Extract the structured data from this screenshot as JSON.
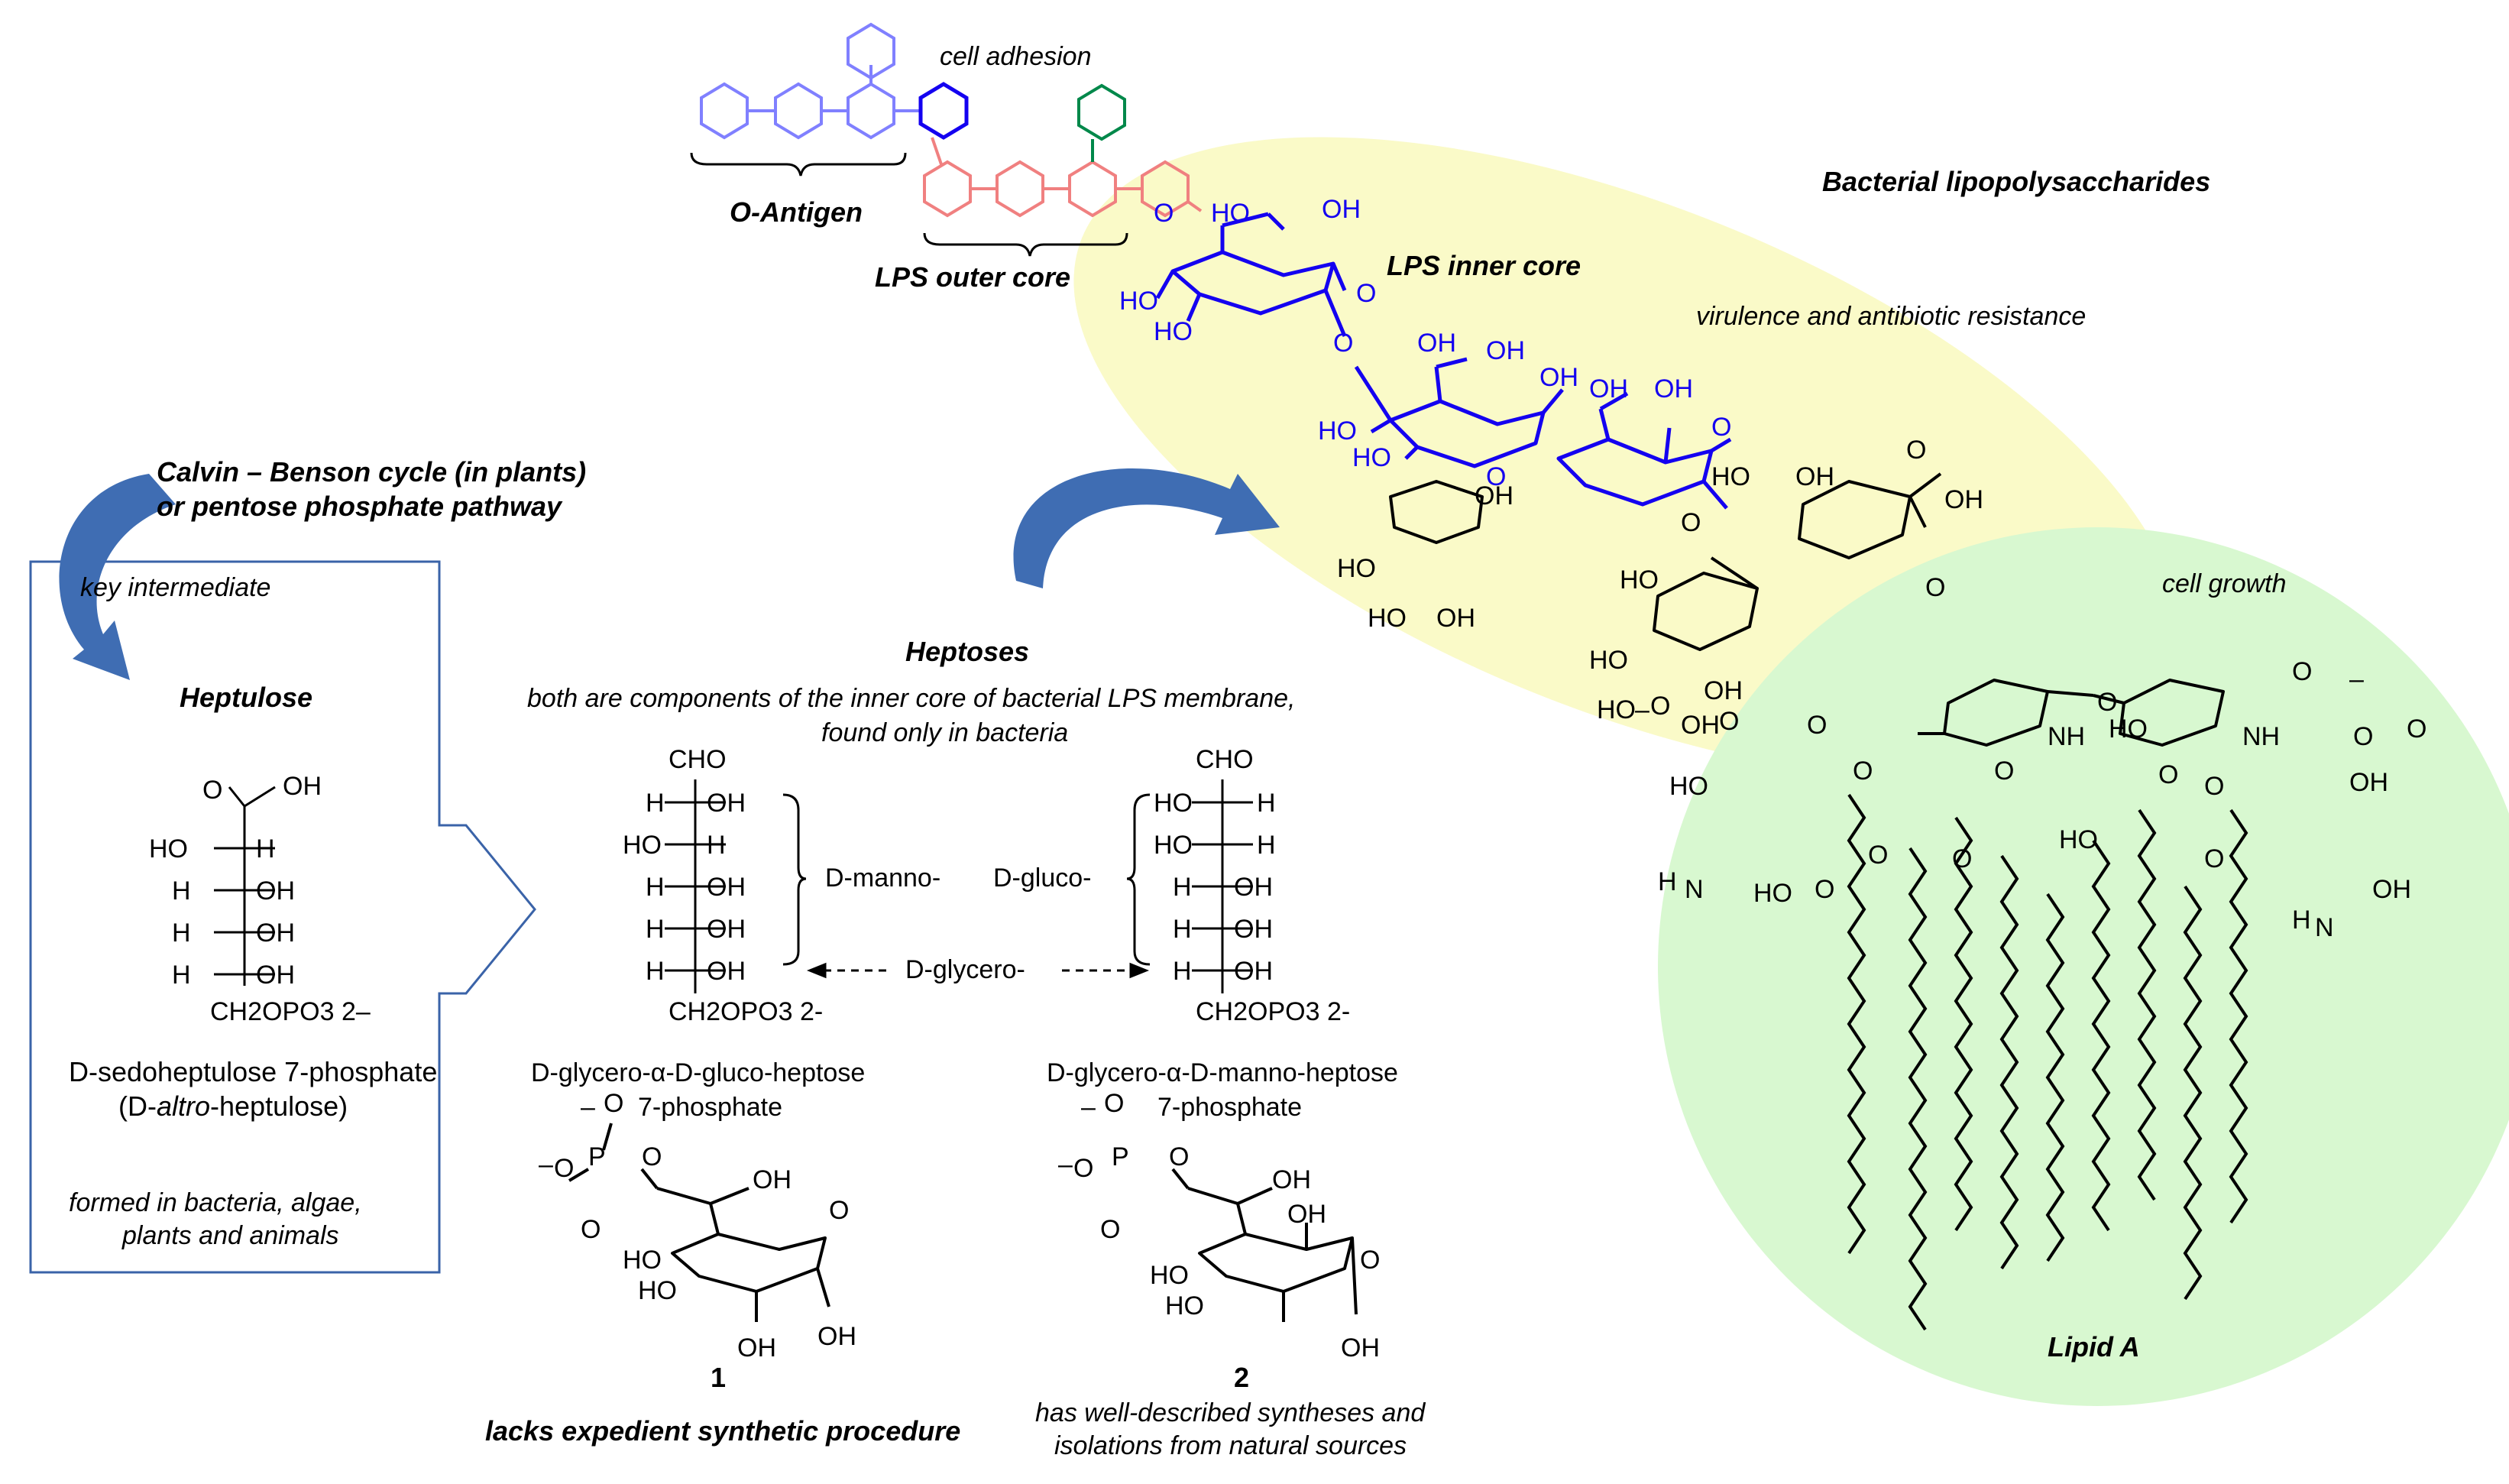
{
  "colors": {
    "blue": "#1400f0",
    "light_blue": "#8080ff",
    "pink": "#f08080",
    "green": "#00884a",
    "ellipse_fill": "#fafac8",
    "circle_fill": "#d8f8d0",
    "arrow_fill": "#3f6db3",
    "box_stroke": "#3a63a8"
  },
  "labels": {
    "cell_adhesion": "cell adhesion",
    "o_antigen": "O-Antigen",
    "lps_outer_core": "LPS outer core",
    "lps_inner_core": "LPS inner core",
    "bacterial_lps": "Bacterial lipopolysaccharides",
    "virulence": "virulence and antibiotic resistance",
    "cell_growth": "cell growth",
    "lipid_a": "Lipid A",
    "calvin_line1": "Calvin – Benson cycle (in plants)",
    "calvin_line2": "or pentose phosphate pathway",
    "key_intermediate": "key intermediate",
    "heptulose": "Heptulose",
    "heptuloses_name_1": "D-sedoheptulose 7-phosphate",
    "heptuloses_name_2_prefix": "(D-",
    "heptuloses_name_2_italic": "altro",
    "heptuloses_name_2_suffix": "-heptulose)",
    "formed_line1": "formed in bacteria, algae,",
    "formed_line2": "plants and animals",
    "heptoses": "Heptoses",
    "heptoses_desc1": "both are components of the inner core of bacterial LPS membrane,",
    "heptoses_desc2": "found only in bacteria",
    "d_manno": "D-manno-",
    "d_gluco": "D-gluco-",
    "d_glycero": "D-glycero-",
    "gluco_heptose_line1": "D-glycero-α-D-gluco-heptose",
    "gluco_heptose_line2": "7-phosphate",
    "manno_heptose_line1": "D-glycero-α-D-manno-heptose",
    "manno_heptose_line2": "7-phosphate",
    "compound1_number": "1",
    "compound2_number": "2",
    "compound1_note": "lacks expedient synthetic procedure",
    "compound2_note_line1": "has well-described syntheses and",
    "compound2_note_line2": "isolations from natural sources"
  },
  "fischer_left": {
    "top": "CHO",
    "rows": [
      {
        "left": "H",
        "right": "OH"
      },
      {
        "left": "HO",
        "right": "H"
      },
      {
        "left": "H",
        "right": "OH"
      },
      {
        "left": "H",
        "right": "OH"
      },
      {
        "left": "H",
        "right": "OH"
      }
    ],
    "bottom": "CH2OPO3 2-"
  },
  "fischer_right": {
    "top": "CHO",
    "rows": [
      {
        "left": "HO",
        "right": "H"
      },
      {
        "left": "HO",
        "right": "H"
      },
      {
        "left": "H",
        "right": "OH"
      },
      {
        "left": "H",
        "right": "OH"
      },
      {
        "left": "H",
        "right": "OH"
      }
    ],
    "bottom": "CH2OPO3 2-"
  },
  "heptulose_fischer": {
    "top_left": "O",
    "top_right": "OH",
    "rows": [
      {
        "left": "HO",
        "right": "H"
      },
      {
        "left": "H",
        "right": "OH"
      },
      {
        "left": "H",
        "right": "OH"
      },
      {
        "left": "H",
        "right": "OH"
      }
    ],
    "bottom": "CH2OPO3 2–"
  }
}
